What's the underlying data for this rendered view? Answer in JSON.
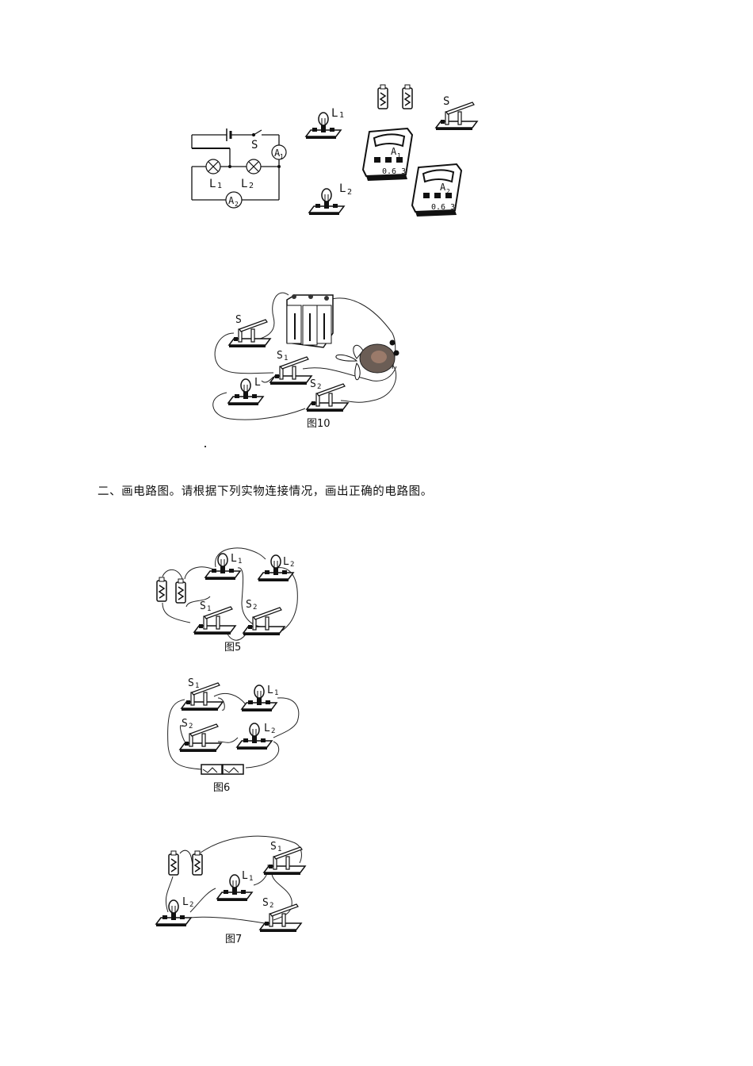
{
  "figure_top": {
    "schematic": {
      "labels": {
        "switch": "S",
        "ammeter1": "A",
        "ammeter1_sub": "1",
        "ammeter2": "A",
        "ammeter2_sub": "2",
        "lamp1": "L",
        "lamp1_sub": "1",
        "lamp2": "L",
        "lamp2_sub": "2"
      }
    },
    "apparatus": {
      "lamp1": "L",
      "lamp1_sub": "1",
      "lamp2": "L",
      "lamp2_sub": "2",
      "switch": "S",
      "ammeter1": "A",
      "ammeter1_sub": "1",
      "ammeter1_scale": "0.6 3",
      "ammeter2": "A",
      "ammeter2_sub": "2",
      "ammeter2_scale": "0.6 3"
    }
  },
  "figure10": {
    "caption": "图10",
    "labels": {
      "switch": "S",
      "switch1": "S",
      "switch1_sub": "1",
      "switch2": "S",
      "switch2_sub": "2",
      "lamp": "L"
    }
  },
  "section2": {
    "heading": "二、画电路图。请根据下列实物连接情况，画出正确的电路图。"
  },
  "figure5": {
    "caption": "图5",
    "labels": {
      "lamp1": "L",
      "lamp1_sub": "1",
      "lamp2": "L",
      "lamp2_sub": "2",
      "switch1": "S",
      "switch1_sub": "1",
      "switch2": "S",
      "switch2_sub": "2"
    }
  },
  "figure6": {
    "caption": "图6",
    "labels": {
      "switch1": "S",
      "switch1_sub": "1",
      "lamp1": "L",
      "lamp1_sub": "1",
      "switch2": "S",
      "switch2_sub": "2",
      "lamp2": "L",
      "lamp2_sub": "2"
    }
  },
  "figure7": {
    "caption": "图7",
    "labels": {
      "switch1": "S",
      "switch1_sub": "1",
      "lamp1": "L",
      "lamp1_sub": "1",
      "lamp2": "L",
      "lamp2_sub": "2",
      "switch2": "S",
      "switch2_sub": "2"
    }
  }
}
